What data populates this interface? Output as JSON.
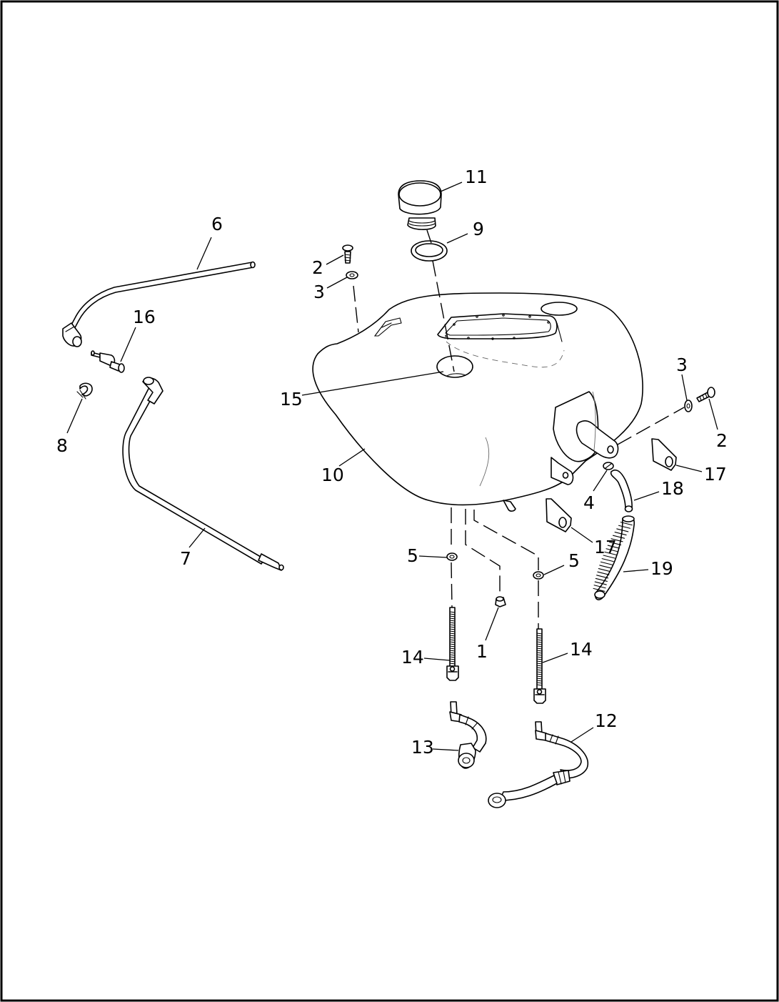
{
  "callouts": [
    {
      "id": "c11",
      "label": "11"
    },
    {
      "id": "c9",
      "label": "9"
    },
    {
      "id": "c6",
      "label": "6"
    },
    {
      "id": "c2a",
      "label": "2"
    },
    {
      "id": "c3a",
      "label": "3"
    },
    {
      "id": "c16",
      "label": "16"
    },
    {
      "id": "c15",
      "label": "15"
    },
    {
      "id": "c8",
      "label": "8"
    },
    {
      "id": "c3b",
      "label": "3"
    },
    {
      "id": "c2b",
      "label": "2"
    },
    {
      "id": "c10",
      "label": "10"
    },
    {
      "id": "c17a",
      "label": "17"
    },
    {
      "id": "c18",
      "label": "18"
    },
    {
      "id": "c4",
      "label": "4"
    },
    {
      "id": "c17b",
      "label": "17"
    },
    {
      "id": "c7",
      "label": "7"
    },
    {
      "id": "c5a",
      "label": "5"
    },
    {
      "id": "c5b",
      "label": "5"
    },
    {
      "id": "c19",
      "label": "19"
    },
    {
      "id": "c14a",
      "label": "14"
    },
    {
      "id": "c1",
      "label": "1"
    },
    {
      "id": "c14b",
      "label": "14"
    },
    {
      "id": "c12",
      "label": "12"
    },
    {
      "id": "c13",
      "label": "13"
    }
  ]
}
